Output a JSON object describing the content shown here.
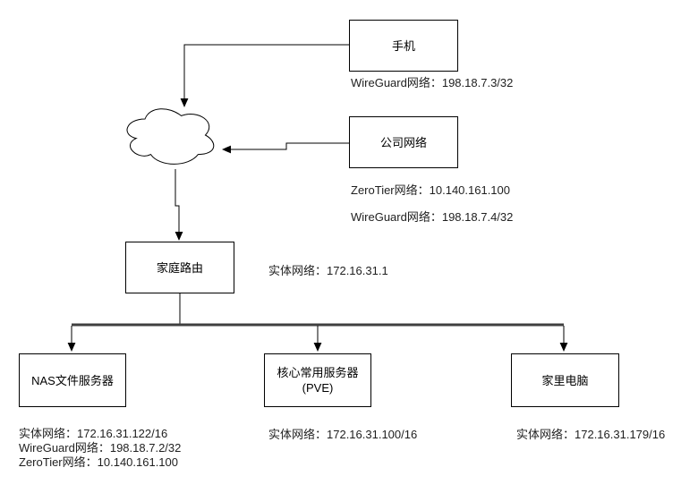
{
  "nodes": {
    "phone": {
      "label": "手机"
    },
    "company": {
      "label": "公司网络"
    },
    "router": {
      "label": "家庭路由"
    },
    "nas": {
      "label": "NAS文件服务器"
    },
    "pve": {
      "label_line1": "核心常用服务器",
      "label_line2": "(PVE)"
    },
    "pc": {
      "label": "家里电脑"
    }
  },
  "annotations": {
    "phone_wireguard": "WireGuard网络：198.18.7.3/32",
    "company_zerotier": "ZeroTier网络：10.140.161.100",
    "company_wireguard": "WireGuard网络：198.18.7.4/32",
    "router_physical": "实体网络：172.16.31.1",
    "nas_physical": "实体网络：172.16.31.122/16",
    "nas_wireguard": "WireGuard网络：198.18.7.2/32",
    "nas_zerotier": "ZeroTier网络：10.140.161.100",
    "pve_physical": "实体网络：172.16.31.100/16",
    "pc_physical": "实体网络：172.16.31.179/16"
  },
  "icons": {
    "cloud": "internet-cloud"
  },
  "colors": {
    "background": "#ffffff",
    "line": "#000000",
    "bus": "#3f3f3f",
    "node_fill": "#ffffff",
    "node_border": "#000000",
    "text": "#1f1f1f"
  }
}
